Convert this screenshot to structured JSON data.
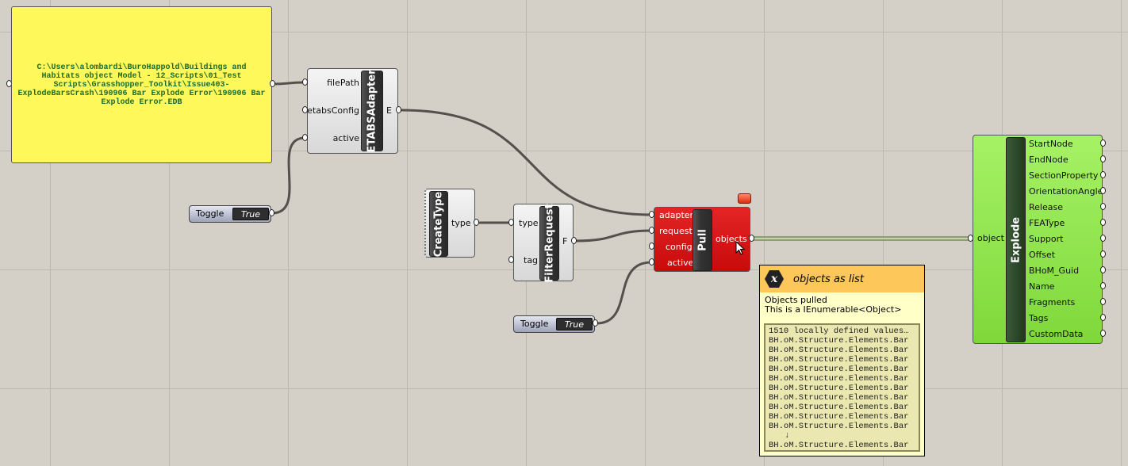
{
  "panel": {
    "text": "C:\\Users\\alombardi\\BuroHappold\\Buildings and Habitats object Model - 12_Scripts\\01_Test Scripts\\Grasshopper_Toolkit\\Issue403-ExplodeBarsCrash\\190906 Bar Explode Error\\190906 Bar Explode Error.EDB"
  },
  "etabs": {
    "name": "ETABSAdapter",
    "inputs": [
      "filePath",
      "etabsConfig",
      "active"
    ],
    "output": "E"
  },
  "toggle1": {
    "label": "Toggle",
    "value": "True"
  },
  "toggle2": {
    "label": "Toggle",
    "value": "True"
  },
  "createtype": {
    "name": "CreateType",
    "output": "type"
  },
  "filter": {
    "name": "FilterRequest",
    "inputs": [
      "type",
      "tag"
    ],
    "output": "F"
  },
  "pull": {
    "name": "Pull",
    "inputs": [
      "adapter",
      "request",
      "config",
      "active"
    ],
    "output": "objects"
  },
  "tooltip": {
    "title": "objects as list",
    "desc1": "Objects pulled",
    "desc2": "This is a IEnumerable<Object>",
    "header": "1510 locally defined values…",
    "items": [
      "BH.oM.Structure.Elements.Bar",
      "BH.oM.Structure.Elements.Bar",
      "BH.oM.Structure.Elements.Bar",
      "BH.oM.Structure.Elements.Bar",
      "BH.oM.Structure.Elements.Bar",
      "BH.oM.Structure.Elements.Bar",
      "BH.oM.Structure.Elements.Bar",
      "BH.oM.Structure.Elements.Bar",
      "BH.oM.Structure.Elements.Bar",
      "BH.oM.Structure.Elements.Bar"
    ],
    "more": "↓",
    "last": "BH.oM.Structure.Elements.Bar"
  },
  "explode": {
    "name": "Explode",
    "input": "object",
    "outputs": [
      "StartNode",
      "EndNode",
      "SectionProperty",
      "OrientationAngle",
      "Release",
      "FEAType",
      "Support",
      "Offset",
      "BHoM_Guid",
      "Name",
      "Fragments",
      "Tags",
      "CustomData"
    ]
  },
  "colors": {
    "canvas": "#d4d0c8",
    "panel": "#fff85a",
    "pull": "#d51414",
    "explode": "#8ee64a",
    "tooltip_header": "#fdc75a"
  }
}
